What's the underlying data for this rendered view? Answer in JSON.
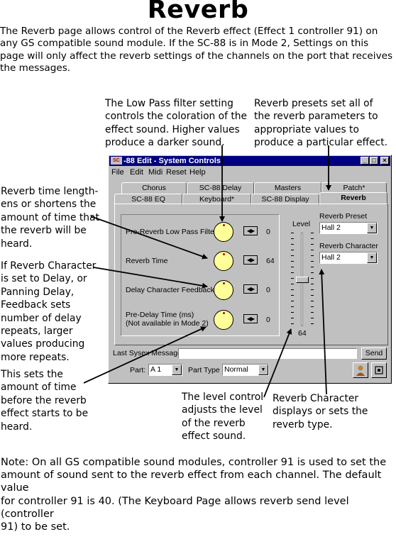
{
  "title": "Reverb",
  "intro": [
    "The Reverb page allows control of the Reverb effect (Effect 1 controller 91) on",
    "any GS compatible sound module. If the SC-88 is in Mode 2, Settings on this",
    "page will only affect the reverb settings of the channels on the port that receives",
    "the messages."
  ],
  "callouts": {
    "lowpass": [
      "The Low Pass filter setting",
      "controls the coloration of the",
      "effect sound. Higher values",
      "produce a darker sound."
    ],
    "presets": [
      "Reverb presets set all of",
      "the reverb parameters to",
      "appropriate values to",
      "produce a particular effect."
    ],
    "time": [
      "Reverb time length-",
      "ens or shortens the",
      "amount of time that",
      "the reverb will be",
      "heard."
    ],
    "character": [
      "If Reverb Character",
      "is set to Delay, or",
      "Panning Delay,",
      "Feedback sets",
      "number of delay",
      "repeats, larger",
      "values producing",
      "more repeats."
    ],
    "predelay": [
      "This sets the",
      "amount of time",
      "before the reverb",
      "effect starts to be",
      "heard."
    ],
    "level": [
      "The level control",
      "adjusts the level",
      "of the reverb",
      "effect  sound."
    ],
    "char_type": [
      "Reverb Character",
      "displays or sets the",
      "reverb type."
    ]
  },
  "note": [
    "Note: On all GS compatible sound modules, controller 91 is used to set the",
    "amount of sound sent to the reverb effect from each channel. The default value",
    "for controller 91 is 40. (The Keyboard Page allows reverb send level (controller",
    "91) to be set."
  ],
  "window": {
    "app_label": "SC",
    "title": "-88 Edit - System Controls",
    "menus": [
      "File",
      "Edit",
      "Midi",
      "Reset",
      "Help"
    ],
    "tabs_back": [
      "Chorus",
      "SC-88 Delay",
      "Masters",
      "Patch*"
    ],
    "tabs_front": [
      "SC-88 EQ",
      "Keyboard*",
      "SC-88 Display",
      "Reverb"
    ],
    "params": [
      {
        "label": "Pre-Reverb Low Pass Filter",
        "value": "0"
      },
      {
        "label": "Reverb Time",
        "value": "64"
      },
      {
        "label": "Delay Character Feedback",
        "value": "0"
      },
      {
        "label": "Pre-Delay Time (ms)",
        "label2": "(Not available in Mode 2)",
        "value": "0"
      }
    ],
    "level_label": "Level",
    "level_value": "64",
    "level_fraction": 0.5,
    "preset_label": "Reverb Preset",
    "preset_value": "Hall 2",
    "character_label": "Reverb Character",
    "character_value": "Hall 2",
    "sysex_label": "Last Sysex Message",
    "send_label": "Send",
    "part_label": "Part:",
    "part_value": "A 1",
    "part_type_label": "Part Type",
    "part_type_value": "Normal"
  }
}
